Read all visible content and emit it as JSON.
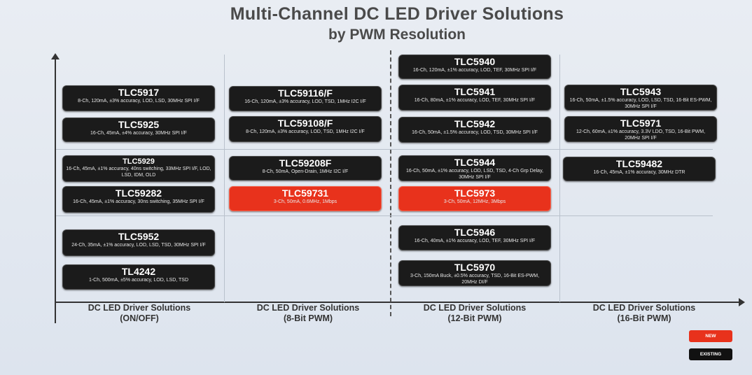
{
  "title": "Multi-Channel DC LED Driver Solutions",
  "subtitle": "by PWM Resolution",
  "categories": [
    {
      "line1": "DC LED Driver Solutions",
      "line2": "(ON/OFF)"
    },
    {
      "line1": "DC LED Driver Solutions",
      "line2": "(8-Bit PWM)"
    },
    {
      "line1": "DC LED Driver Solutions",
      "line2": "(12-Bit PWM)"
    },
    {
      "line1": "DC LED Driver Solutions",
      "line2": "(16-Bit PWM)"
    }
  ],
  "products": [
    {
      "name": "TLC5917",
      "desc": "8-Ch, 120mA, ±3% accuracy, LOD, LSD, 30MHz SPI I/F",
      "status": "existing"
    },
    {
      "name": "TLC5925",
      "desc": "16-Ch, 45mA, ±4% accuracy, 30MHz SPI I/F",
      "status": "existing"
    },
    {
      "name": "TLC5929",
      "desc": "16-Ch, 45mA, ±1% accuracy, 40ns switching, 33MHz SPI I/F, LOD, LSD, IDM, OLD",
      "status": "existing"
    },
    {
      "name": "TLC59282",
      "desc": "16-Ch, 45mA, ±1% accuracy, 30ns switching, 35MHz SPI I/F",
      "status": "existing"
    },
    {
      "name": "TLC5952",
      "desc": "24-Ch, 35mA, ±1% accuracy, LOD, LSD, TSD, 30MHz SPI I/F",
      "status": "existing"
    },
    {
      "name": "TL4242",
      "desc": "1-Ch, 500mA, ±5% accuracy, LOD, LSD, TSD",
      "status": "existing"
    },
    {
      "name": "TLC59116/F",
      "desc": "16-Ch, 120mA, ±3% accuracy, LOD, TSD, 1MHz I2C I/F",
      "status": "existing"
    },
    {
      "name": "TLC59108/F",
      "desc": "8-Ch, 120mA, ±3% accuracy, LOD, TSD, 1MHz I2C I/F",
      "status": "existing"
    },
    {
      "name": "TLC59208F",
      "desc": "8-Ch, 50mA, Open-Drain, 1MHz I2C I/F",
      "status": "existing"
    },
    {
      "name": "TLC59731",
      "desc": "3-Ch, 50mA, 0.6MHz, 1Mbps",
      "status": "new"
    },
    {
      "name": "TLC5940",
      "desc": "16-Ch, 120mA, ±1% accuracy, LOD, TEF, 30MHz SPI I/F",
      "status": "existing"
    },
    {
      "name": "TLC5941",
      "desc": "16-Ch, 80mA, ±1% accuracy, LOD, TEF, 30MHz SPI I/F",
      "status": "existing"
    },
    {
      "name": "TLC5942",
      "desc": "16-Ch, 50mA, ±1.5% accuracy, LOD, TSD, 30MHz SPI I/F",
      "status": "existing"
    },
    {
      "name": "TLC5944",
      "desc": "16-Ch, 50mA, ±1% accuracy, LOD, LSD, TSD, 4-Ch Grp Delay, 30MHz SPI I/F",
      "status": "existing"
    },
    {
      "name": "TLC5973",
      "desc": "3-Ch, 50mA, 12MHz, 3Mbps",
      "status": "new"
    },
    {
      "name": "TLC5946",
      "desc": "16-Ch, 40mA, ±1% accuracy, LOD, TEF, 30MHz SPI I/F",
      "status": "existing"
    },
    {
      "name": "TLC5970",
      "desc": "3-Ch, 150mA Buck, ±0.5% accuracy, TSD, 16-Bit ES-PWM, 20MHz DI/F",
      "status": "existing"
    },
    {
      "name": "TLC5943",
      "desc": "16-Ch, 50mA, ±1.5% accuracy, LOD, LSD, TSD, 16-Bit ES-PWM, 30MHz SPI I/F",
      "status": "existing"
    },
    {
      "name": "TLC5971",
      "desc": "12-Ch, 60mA, ±1% accuracy, 3.3V LDO, TSD, 16-Bit PWM, 20MHz SPI I/F",
      "status": "existing"
    },
    {
      "name": "TLC59482",
      "desc": "16-Ch, 45mA, ±1% accuracy, 30MHz DTR",
      "status": "existing"
    }
  ],
  "legend": {
    "new": "NEW",
    "existing": "EXISTING"
  },
  "colors": {
    "new": "#e8321c",
    "existing": "#1b1b1b"
  }
}
